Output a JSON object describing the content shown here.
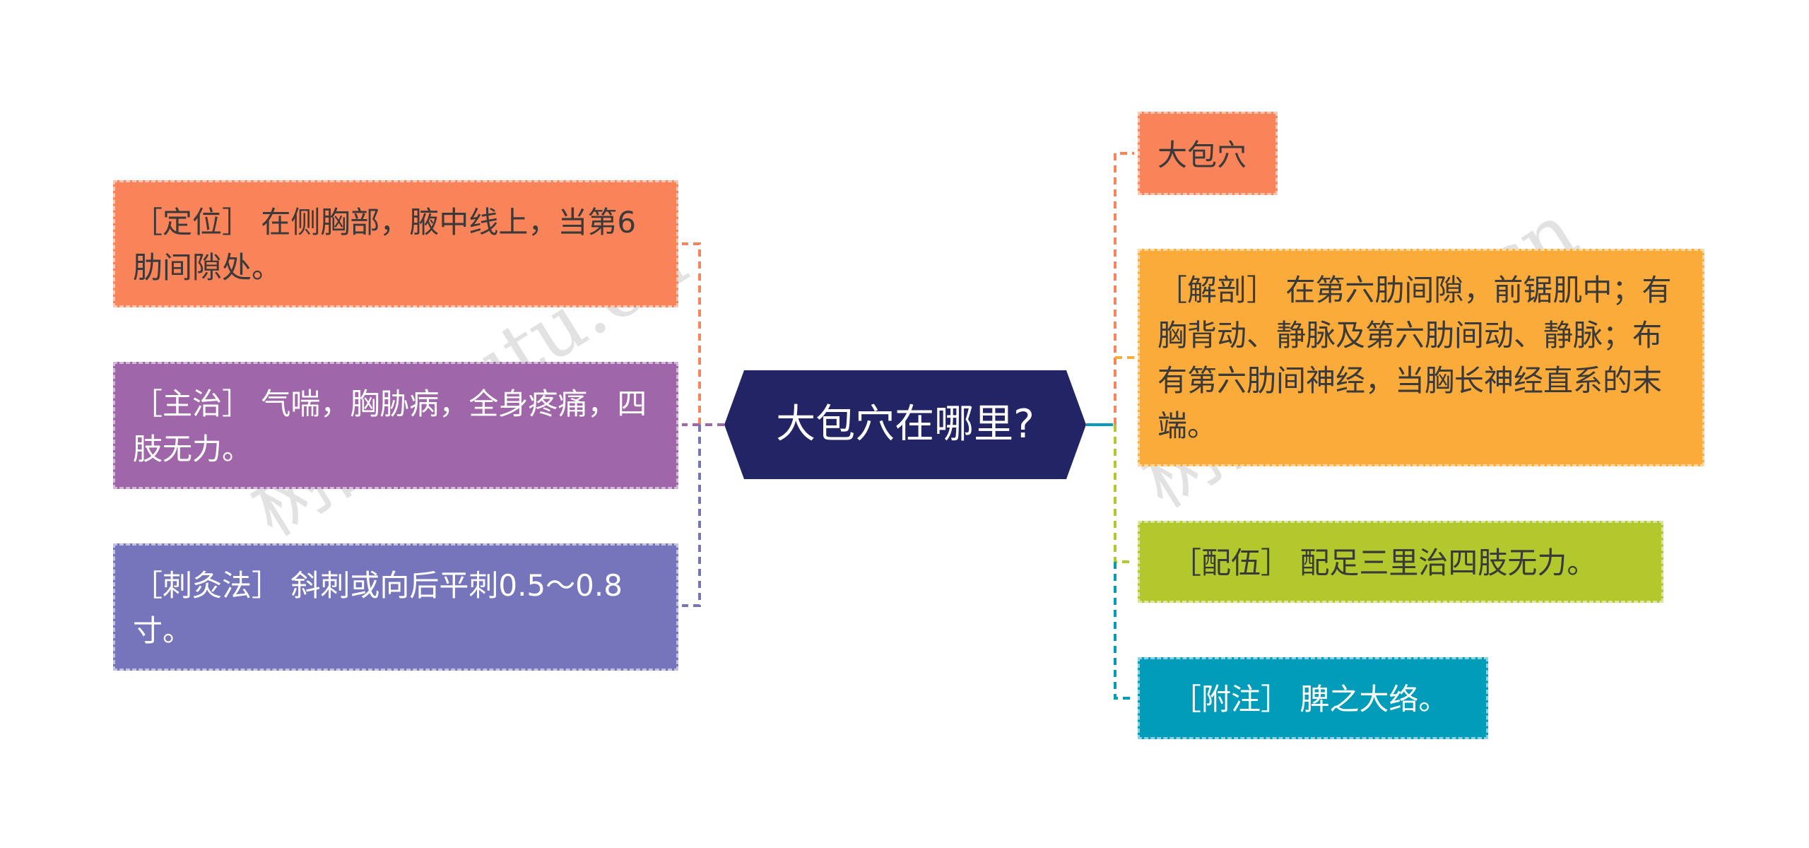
{
  "center": {
    "title": "大包穴在哪里?",
    "color": "#222466"
  },
  "left_nodes": [
    {
      "id": "location",
      "text": "［定位］ 在侧胸部，腋中线上，当第6肋间隙处。",
      "color": "#f9845a"
    },
    {
      "id": "indications",
      "text": "［主治］ 气喘，胸胁病，全身疼痛，四肢无力。",
      "color": "#9f66aa"
    },
    {
      "id": "technique",
      "text": "［刺灸法］ 斜刺或向后平刺0.5～0.8寸。",
      "color": "#7675bb"
    }
  ],
  "right_nodes": [
    {
      "id": "name",
      "text": "大包穴",
      "color": "#f9845a"
    },
    {
      "id": "anatomy",
      "text": "［解剖］ 在第六肋间隙，前锯肌中；有胸背动、静脉及第六肋间动、静脉；布有第六肋间神经，当胸长神经直系的末端。",
      "color": "#fbab39"
    },
    {
      "id": "combination",
      "text": "［配伍］ 配足三里治四肢无力。",
      "color": "#b2c82c"
    },
    {
      "id": "note",
      "text": "［附注］ 脾之大络。",
      "color": "#009cba"
    }
  ],
  "watermark": {
    "left": "树图shutu.cn",
    "right": "树图shutu.cn"
  }
}
